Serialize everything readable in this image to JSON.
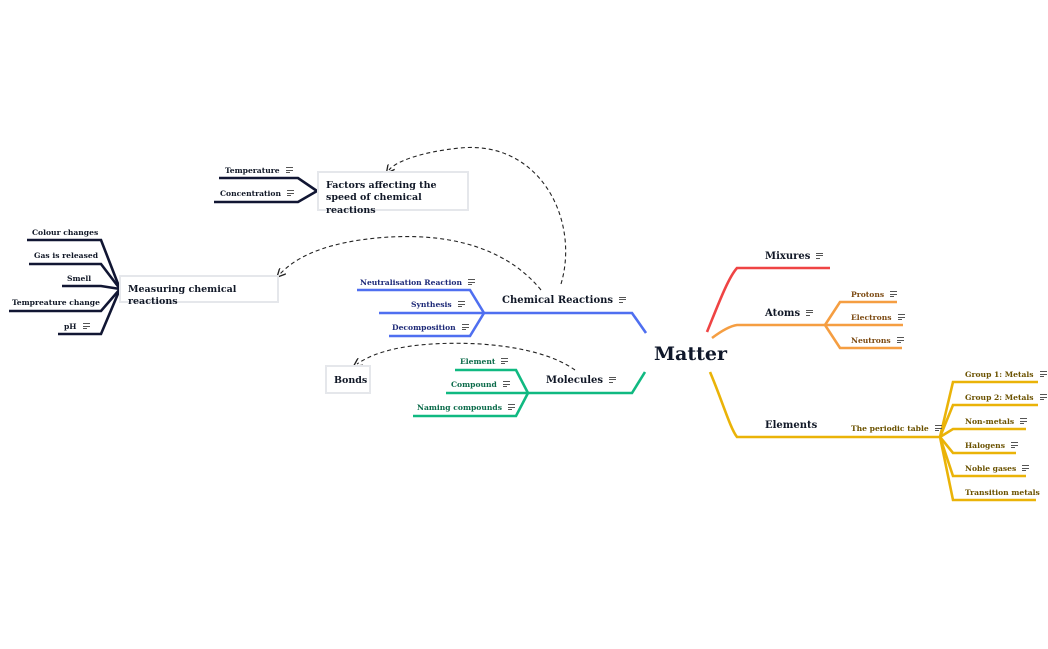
{
  "central": "Matter",
  "branches": {
    "mixures": "Mixures",
    "atoms": "Atoms",
    "atom_children": [
      "Protons",
      "Electrons",
      "Neutrons"
    ],
    "elements": "Elements",
    "periodic_table": "The periodic table",
    "periodic_children": [
      "Group 1: Metals",
      "Group 2: Metals",
      "Non-metals",
      "Halogens",
      "Noble gases",
      "Transition metals"
    ],
    "chemical_reactions": "Chemical Reactions",
    "reaction_children": [
      "Neutralisation Reaction",
      "Synthesis",
      "Decomposition"
    ],
    "molecules": "Molecules",
    "molecule_children": [
      "Element",
      "Compound",
      "Naming compounds"
    ]
  },
  "floating": {
    "factors": "Factors affecting the speed of chemical reactions",
    "factors_children": [
      "Temperature",
      "Concentration"
    ],
    "measuring": "Measuring chemical reactions",
    "measuring_children": [
      "Colour changes",
      "Gas is released",
      "Smell",
      "Tempreature change",
      "pH"
    ],
    "bonds": "Bonds"
  },
  "colors": {
    "red": "#ef4444",
    "orange": "#f59e42",
    "yellow": "#eab308",
    "blue": "#4f6ff0",
    "green": "#10b981",
    "navy": "#111633"
  },
  "icons": [
    "notes-icon",
    "relationship-arrow"
  ]
}
